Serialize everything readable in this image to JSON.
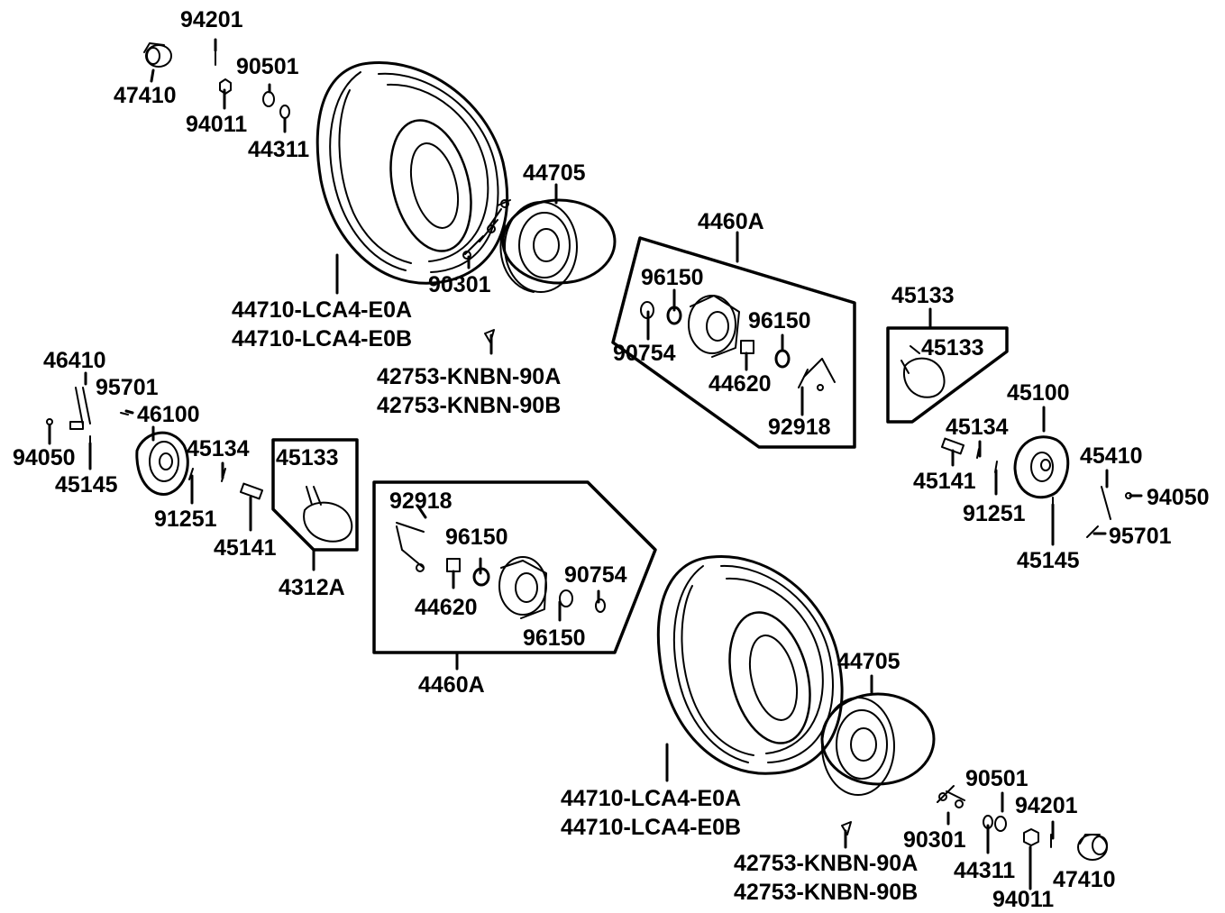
{
  "colors": {
    "ink": "#000000",
    "paper": "#ffffff"
  },
  "labels": {
    "l94201a": "94201",
    "l90501a": "90501",
    "l47410a": "47410",
    "l94011a": "94011",
    "l44311a": "44311",
    "l44705a": "44705",
    "l90301a": "90301",
    "l44710a1": "44710-LCA4-E0A",
    "l44710a2": "44710-LCA4-E0B",
    "l42753a1": "42753-KNBN-90A",
    "l42753a2": "42753-KNBN-90B",
    "l4460Aa": "4460A",
    "l96150a": "96150",
    "l96150b": "96150",
    "l90754a": "90754",
    "l44620a": "44620",
    "l92918a": "92918",
    "l45133a": "45133",
    "l45133b": "45133",
    "l45100": "45100",
    "l45134b": "45134",
    "l45141b": "45141",
    "l45410": "45410",
    "l94050b": "94050",
    "l91251b": "91251",
    "l95701b": "95701",
    "l45145b": "45145",
    "l46410": "46410",
    "l95701a": "95701",
    "l46100": "46100",
    "l94050a": "94050",
    "l45145a": "45145",
    "l45134a": "45134",
    "l45133c": "45133",
    "l91251a": "91251",
    "l45141a": "45141",
    "l4312A": "4312A",
    "l92918b": "92918",
    "l96150c": "96150",
    "l90754b": "90754",
    "l44620b": "44620",
    "l96150d": "96150",
    "l4460Ab": "4460A",
    "l44705b": "44705",
    "l44710b1": "44710-LCA4-E0A",
    "l44710b2": "44710-LCA4-E0B",
    "l90501b": "90501",
    "l94201b": "94201",
    "l90301b": "90301",
    "l44311b": "44311",
    "l47410b": "47410",
    "l94011b": "94011",
    "l42753b1": "42753-KNBN-90A",
    "l42753b2": "42753-KNBN-90B"
  }
}
